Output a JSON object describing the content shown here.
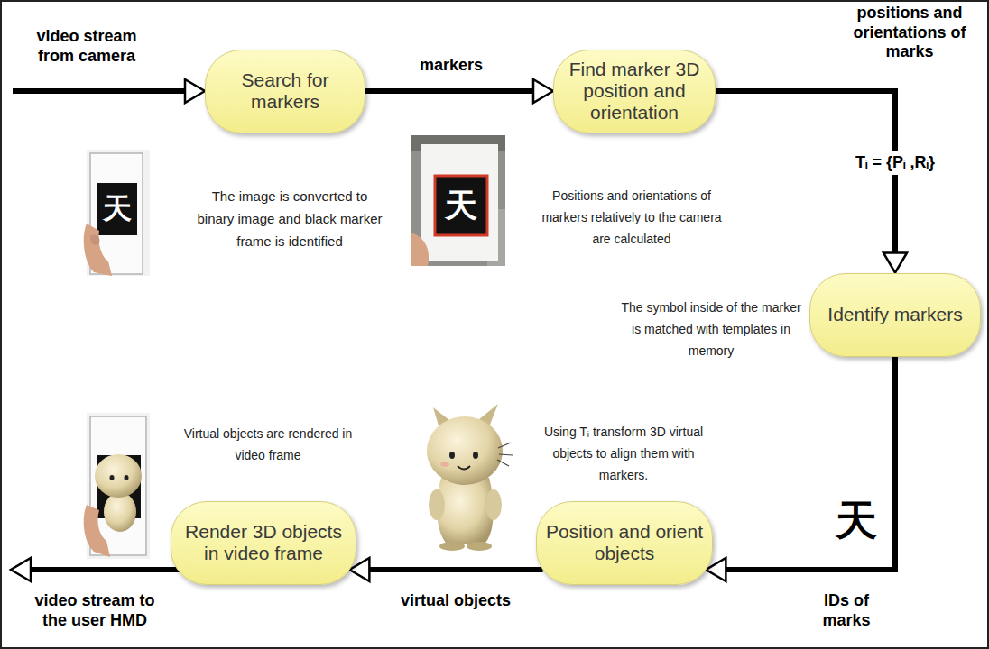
{
  "diagram": {
    "nodes": [
      {
        "text": [
          "Search for markers"
        ]
      },
      {
        "text": [
          "Find marker 3D position and orientation"
        ]
      },
      {
        "text": [
          "Identify markers"
        ]
      },
      {
        "text": [
          "Position and orient objects"
        ]
      },
      {
        "text": [
          "Render 3D objects in video frame"
        ]
      }
    ],
    "edges": [
      {
        "from": 0,
        "to": 1,
        "arrow": "to",
        "label": "markers"
      },
      {
        "from": 1,
        "to": 2,
        "arrow": "to",
        "label": "positions and orientations of marks"
      },
      {
        "from": 2,
        "to": 3,
        "arrow": "to",
        "label": "IDs of marks"
      },
      {
        "from": 3,
        "to": 4,
        "arrow": "to",
        "label": "virtual objects"
      }
    ],
    "labels": [
      "video stream from camera",
      "The image is converted to binary image and black marker frame is identified",
      "Positions and orientations of markers relatively to the camera are calculated",
      "Tᵢ = {Pᵢ ,Rᵢ}",
      "The symbol inside of the marker is matched with templates in memory",
      "Using Tᵢ transform 3D virtual objects to align them with markers.",
      "Virtual objects are rendered in video frame",
      "video stream to the user HMD",
      "天",
      "天",
      "天"
    ]
  }
}
